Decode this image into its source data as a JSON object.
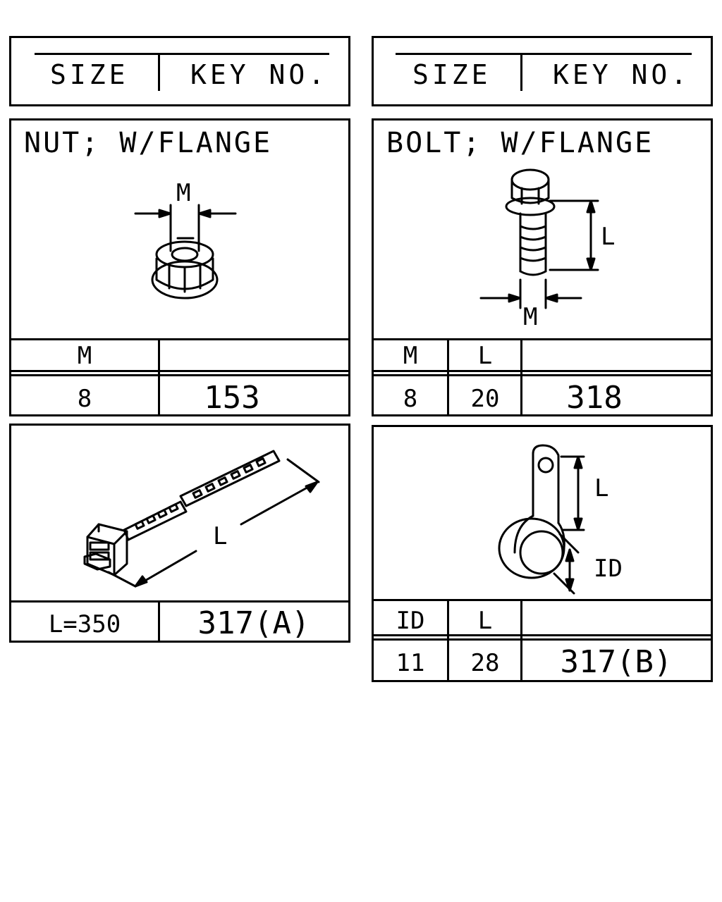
{
  "header": {
    "size_label": "SIZE",
    "key_label": "KEY NO."
  },
  "parts": {
    "nut": {
      "title": "NUT; W/FLANGE",
      "dim_label": "M",
      "columns": [
        "M"
      ],
      "values": [
        "8"
      ],
      "key_no": "153",
      "icon": "flange-nut-icon"
    },
    "bolt": {
      "title": "BOLT; W/FLANGE",
      "dim_label_length": "L",
      "dim_label_diameter": "M",
      "columns": [
        "M",
        "L"
      ],
      "values": [
        "8",
        "20"
      ],
      "key_no": "318",
      "icon": "flange-bolt-icon"
    },
    "tie": {
      "dim_label": "L",
      "size_value": "L=350",
      "key_no": "317(A)",
      "icon": "cable-tie-icon"
    },
    "clamp": {
      "dim_label_length": "L",
      "dim_label_diameter": "ID",
      "columns": [
        "ID",
        "L"
      ],
      "values": [
        "11",
        "28"
      ],
      "key_no": "317(B)",
      "icon": "pipe-clamp-icon"
    }
  }
}
